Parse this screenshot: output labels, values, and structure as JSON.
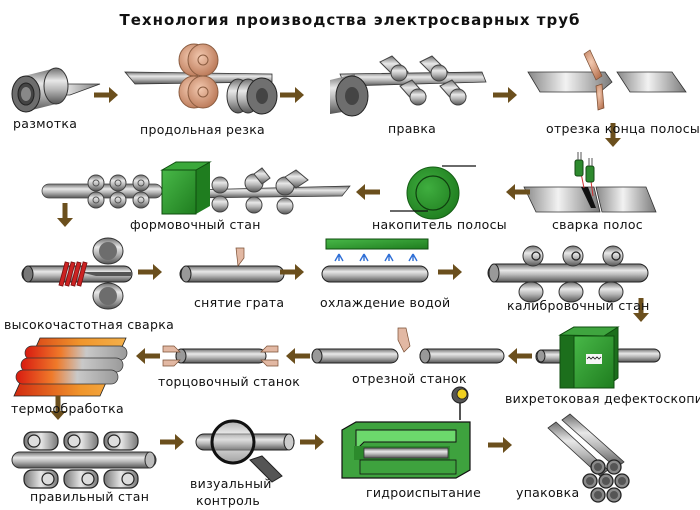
{
  "title": "Технология производства электросварных труб",
  "colors": {
    "arrow": "#6b4f1d",
    "machine_green": "#2e9a2e",
    "steel": "#9a9a9a",
    "copper": "#d8a085",
    "weld_red": "#cc2222",
    "heat_orange": "#e8541c",
    "water_blue": "#2f6fd6"
  },
  "steps": [
    {
      "id": 1,
      "label": "размотка",
      "icon": "coil-unwinding-icon"
    },
    {
      "id": 2,
      "label": "продольная резка",
      "icon": "slitting-rollers-icon"
    },
    {
      "id": 3,
      "label": "правка",
      "icon": "straightening-rollers-icon"
    },
    {
      "id": 4,
      "label": "отрезка конца полосы",
      "icon": "strip-end-cutting-icon"
    },
    {
      "id": 5,
      "label": "сварка полос",
      "icon": "strip-welding-icon"
    },
    {
      "id": 6,
      "label": "накопитель полосы",
      "icon": "strip-accumulator-icon"
    },
    {
      "id": 7,
      "label": "формовочный стан",
      "icon": "forming-mill-icon"
    },
    {
      "id": 8,
      "label": "высокочастотная сварка",
      "icon": "hf-welding-icon"
    },
    {
      "id": 9,
      "label": "снятие грата",
      "icon": "deburring-icon"
    },
    {
      "id": 10,
      "label": "охлаждение водой",
      "icon": "water-cooling-icon"
    },
    {
      "id": 11,
      "label": "калибровочный стан",
      "icon": "sizing-mill-icon"
    },
    {
      "id": 12,
      "label": "вихретоковая дефектоскопия",
      "icon": "eddy-current-testing-icon"
    },
    {
      "id": 13,
      "label": "отрезной станок",
      "icon": "cutoff-machine-icon"
    },
    {
      "id": 14,
      "label": "торцовочный станок",
      "icon": "facing-machine-icon"
    },
    {
      "id": 15,
      "label": "термообработка",
      "icon": "heat-treatment-icon"
    },
    {
      "id": 16,
      "label": "правильный стан",
      "icon": "straightening-mill-icon"
    },
    {
      "id": 17,
      "label_lines": [
        "визуальный",
        "контроль"
      ],
      "icon": "magnifier-inspection-icon"
    },
    {
      "id": 18,
      "label": "гидроиспытание",
      "icon": "hydrotest-icon"
    },
    {
      "id": 19,
      "label": "упаковка",
      "icon": "pipe-bundle-icon"
    }
  ],
  "flow": [
    {
      "from": 1,
      "to": 2,
      "direction": "right"
    },
    {
      "from": 2,
      "to": 3,
      "direction": "right"
    },
    {
      "from": 3,
      "to": 4,
      "direction": "right"
    },
    {
      "from": 4,
      "to": 5,
      "direction": "down"
    },
    {
      "from": 5,
      "to": 6,
      "direction": "left"
    },
    {
      "from": 6,
      "to": 7,
      "direction": "left"
    },
    {
      "from": 7,
      "to": 8,
      "direction": "down"
    },
    {
      "from": 8,
      "to": 9,
      "direction": "right"
    },
    {
      "from": 9,
      "to": 10,
      "direction": "right"
    },
    {
      "from": 10,
      "to": 11,
      "direction": "right"
    },
    {
      "from": 11,
      "to": 12,
      "direction": "down"
    },
    {
      "from": 12,
      "to": 13,
      "direction": "left"
    },
    {
      "from": 13,
      "to": 14,
      "direction": "left"
    },
    {
      "from": 14,
      "to": 15,
      "direction": "left"
    },
    {
      "from": 15,
      "to": 16,
      "direction": "down"
    },
    {
      "from": 16,
      "to": 17,
      "direction": "right"
    },
    {
      "from": 17,
      "to": 18,
      "direction": "right"
    },
    {
      "from": 18,
      "to": 19,
      "direction": "right"
    }
  ]
}
